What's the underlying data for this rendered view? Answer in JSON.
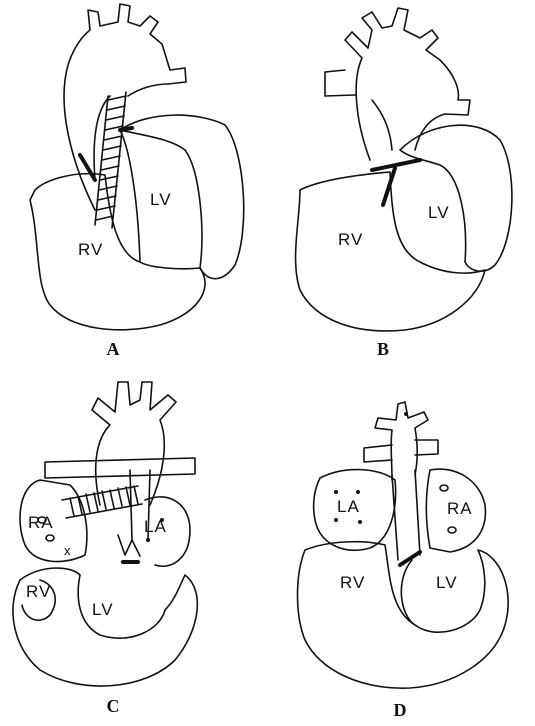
{
  "panels": [
    {
      "caption": "A",
      "labels": {
        "rv": "RV",
        "lv": "LV"
      }
    },
    {
      "caption": "B",
      "labels": {
        "rv": "RV",
        "lv": "LV"
      }
    },
    {
      "caption": "C",
      "labels": {
        "ra": "RA",
        "la": "LA",
        "rv": "RV",
        "lv": "LV",
        "x": "x"
      }
    },
    {
      "caption": "D",
      "labels": {
        "la": "LA",
        "ra": "RA",
        "rv": "RV",
        "lv": "LV"
      }
    }
  ]
}
